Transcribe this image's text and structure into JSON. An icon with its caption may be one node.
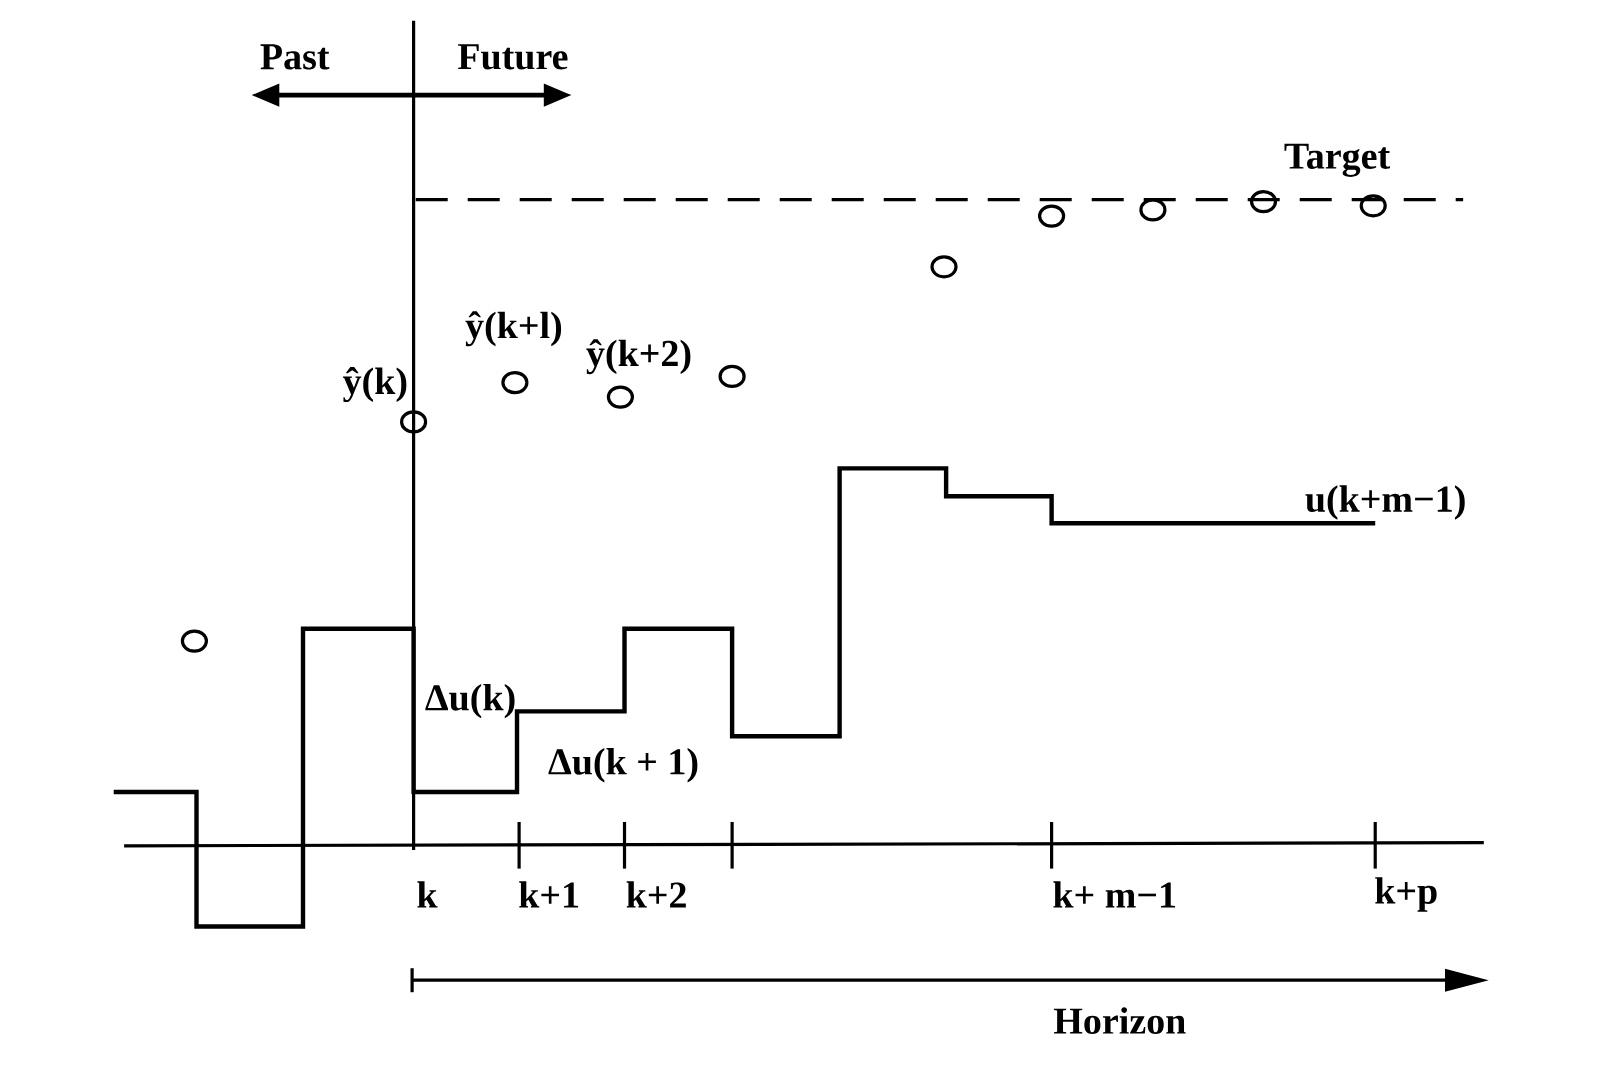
{
  "diagram": {
    "labels": [
      "Past",
      "Future",
      "Target",
      "ŷ(k)",
      "ŷ(k+l)",
      "ŷ(k+2)",
      "u(k+m−1)",
      "Δu(k)",
      "Δu(k + 1)",
      "k",
      "k+1",
      "k+2",
      "k+ m−1",
      "k+p",
      "Horizon"
    ]
  }
}
